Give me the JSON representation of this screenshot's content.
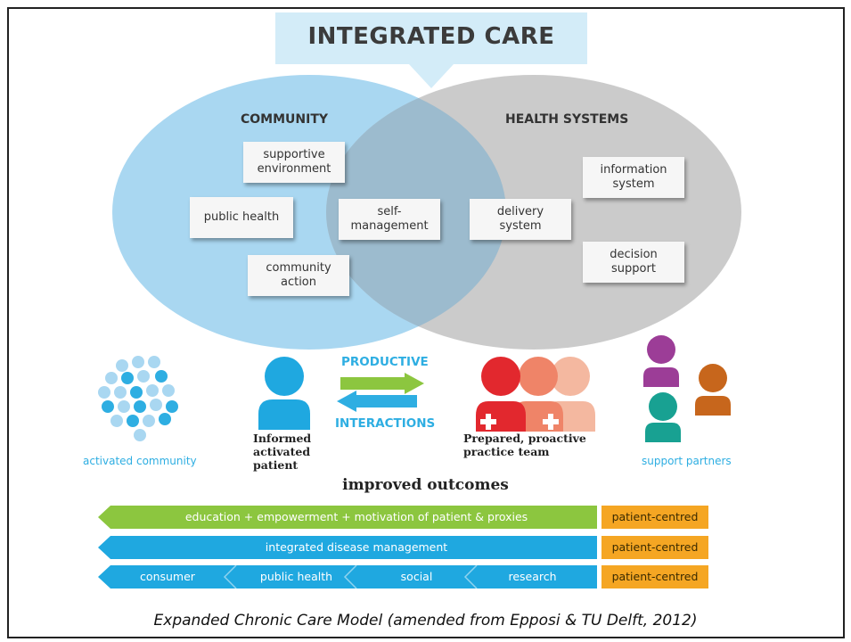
{
  "title": "INTEGRATED CARE",
  "community": {
    "label": "COMMUNITY",
    "boxes": [
      "supportive\nenvironment",
      "public health",
      "community\naction"
    ]
  },
  "health_systems": {
    "label": "HEALTH SYSTEMS",
    "boxes": [
      "information\nsystem",
      "decision\nsupport"
    ]
  },
  "overlap": {
    "boxes": [
      "self-\nmanagement",
      "delivery\nsystem"
    ]
  },
  "interactions": {
    "top_label": "PRODUCTIVE",
    "bottom_label": "INTERACTIONS"
  },
  "people": {
    "patient": "Informed\nactivated\npatient",
    "team": "Prepared, proactive\npractice team",
    "community": "activated community",
    "partners": "support partners"
  },
  "outcomes": "improved outcomes",
  "bars": [
    {
      "segments": [
        "education + empowerment + motivation of patient & proxies"
      ],
      "color": "#8cc63f",
      "tag": "patient-centred"
    },
    {
      "segments": [
        "integrated disease management"
      ],
      "color": "#1fa8e0",
      "tag": "patient-centred"
    },
    {
      "segments": [
        "consumer",
        "public health",
        "social",
        "research"
      ],
      "color": "#1fa8e0",
      "tag": "patient-centred"
    }
  ],
  "caption": "Expanded Chronic Care Model (amended from Epposi & TU Delft, 2012)",
  "colors": {
    "community_circle": "#a9d7f1",
    "health_circle": "#c4c4c4",
    "accent_blue": "#2eaee2",
    "green": "#8cc63f",
    "orange": "#f5a623",
    "red": "#e2282e"
  }
}
